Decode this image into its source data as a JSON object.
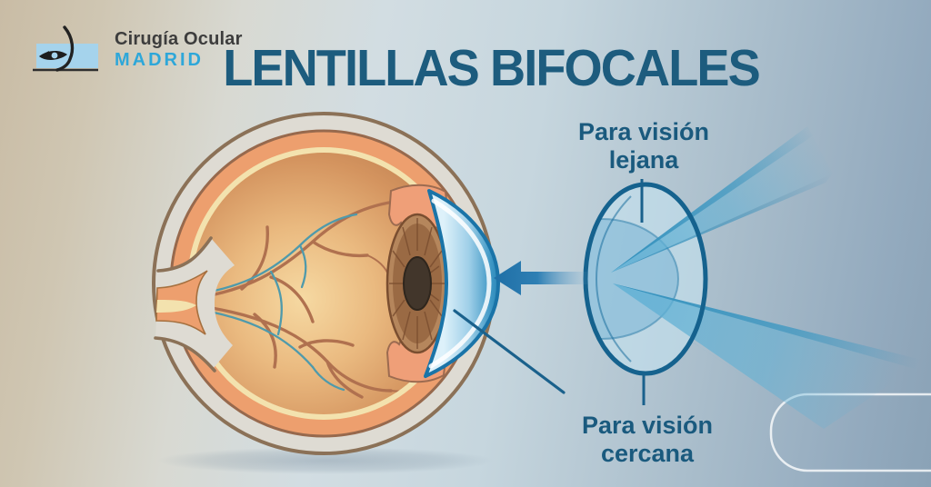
{
  "brand": {
    "line1": "Cirugía Ocular",
    "line2": "MADRID",
    "logo_icon": "eye-logo-icon"
  },
  "title": "LENTILLAS BIFOCALES",
  "labels": {
    "far_vision": {
      "line1": "Para visión",
      "line2": "lejana"
    },
    "near_vision": {
      "line1": "Para visión",
      "line2": "cercana"
    }
  },
  "diagram": {
    "left_figure": "human-eye-cross-section",
    "right_figure": "bifocal-contact-lens-side-view",
    "arrow_meaning": "lens-applied-onto-cornea",
    "far_zone": "outer-lens-zone",
    "near_zone": "central-lens-zone"
  },
  "palette": {
    "background_left": "#c9bca5",
    "background_mid": "#d2dde2",
    "background_right": "#8aa2b6",
    "title_color": "#1d5c7e",
    "label_color": "#1a5a7e",
    "brand_text_color": "#3d3d3d",
    "brand_city_color": "#2ea7d9",
    "logo_rect_color": "#a5d3ec",
    "lens_outline": "#15628e",
    "beam_blue": "#5fb0d4",
    "arrow_blue": "#1f6fa6",
    "leader_line": "#1a618c",
    "sclera": "#dedbd3",
    "sclera_outline": "#8b7157",
    "choroid_orange": "#ed9f6e",
    "inner_cream": "#f3e2ae",
    "fundus_light": "#f6d9a2",
    "fundus_dark": "#bd7f50",
    "vessel_brown": "#b0714f",
    "vessel_teal": "#4f9aab",
    "iris_brown": "#9a6a44",
    "pupil_brown": "#42362b",
    "cornea_deep_blue": "#2a85b5",
    "cornea_pale_blue": "#ddf1fa",
    "rounded_rect_border": "#ffffff"
  }
}
